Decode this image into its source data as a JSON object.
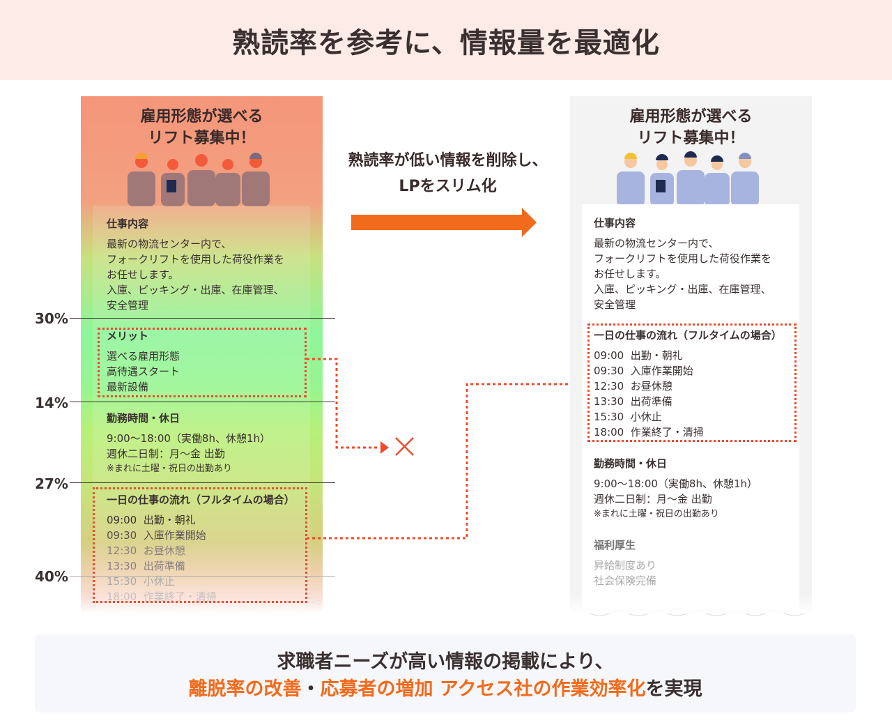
{
  "header": {
    "title": "熟読率を参考に、情報量を最適化"
  },
  "lp_title": [
    "雇用形態が選べる",
    "リフト募集中！"
  ],
  "middle": {
    "line1": "熟読率が低い情報を削除し、",
    "line2": "LPをスリム化"
  },
  "sections": {
    "job": {
      "title": "仕事内容",
      "lines": [
        "最新の物流センター内で、",
        "フォークリフトを使用した荷役作業を",
        "お任せします。",
        "入庫、ピッキング・出庫、在庫管理、",
        "安全管理"
      ]
    },
    "merit": {
      "title": "メリット",
      "lines": [
        "選べる雇用形態",
        "高待遇スタート",
        "最新設備"
      ]
    },
    "hours": {
      "title": "勤務時間・休日",
      "lines": [
        "9:00〜18:00（実働8h、休憩1h）",
        "週休二日制：月〜金 出勤"
      ],
      "note": "※まれに土曜・祝日の出勤あり"
    },
    "flow": {
      "title": "一日の仕事の流れ（フルタイムの場合）",
      "items": [
        [
          "09:00",
          "出勤・朝礼"
        ],
        [
          "09:30",
          "入庫作業開始"
        ],
        [
          "12:30",
          "お昼休憩"
        ],
        [
          "13:30",
          "出荷準備"
        ],
        [
          "15:30",
          "小休止"
        ],
        [
          "18:00",
          "作業終了・清掃"
        ]
      ]
    },
    "welfare": {
      "title": "福利厚生",
      "lines": [
        "昇給制度あり",
        "社会保険完備"
      ]
    }
  },
  "read_rates": [
    "30%",
    "14%",
    "27%",
    "40%"
  ],
  "footer": {
    "line1": "求職者ニーズが高い情報の掲載により、",
    "hl1": "離脱率の改善",
    "sep": "・",
    "hl2": "応募者の増加",
    "hl3": "アクセス社の作業効率化",
    "tail": "を実現"
  },
  "colors": {
    "accent": "#f26a1b",
    "dotted": "#f04a2a",
    "heat_top": "#f4967a",
    "heat_mid": "#8ef59a"
  }
}
